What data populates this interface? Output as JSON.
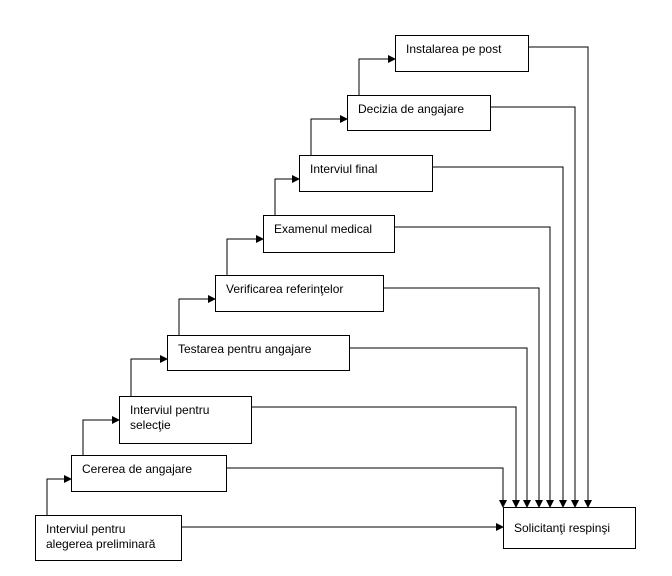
{
  "steps": [
    {
      "label": "Interviul pentru\nalegerea preliminară"
    },
    {
      "label": "Cererea de angajare"
    },
    {
      "label": "Interviul pentru\nselecţie"
    },
    {
      "label": "Testarea pentru angajare"
    },
    {
      "label": "Verificarea referinţelor"
    },
    {
      "label": "Examenul medical"
    },
    {
      "label": "Interviul final"
    },
    {
      "label": "Decizia de angajare"
    },
    {
      "label": "Instalarea pe post"
    }
  ],
  "rejected": {
    "label": "Solicitanţi respinşi"
  }
}
